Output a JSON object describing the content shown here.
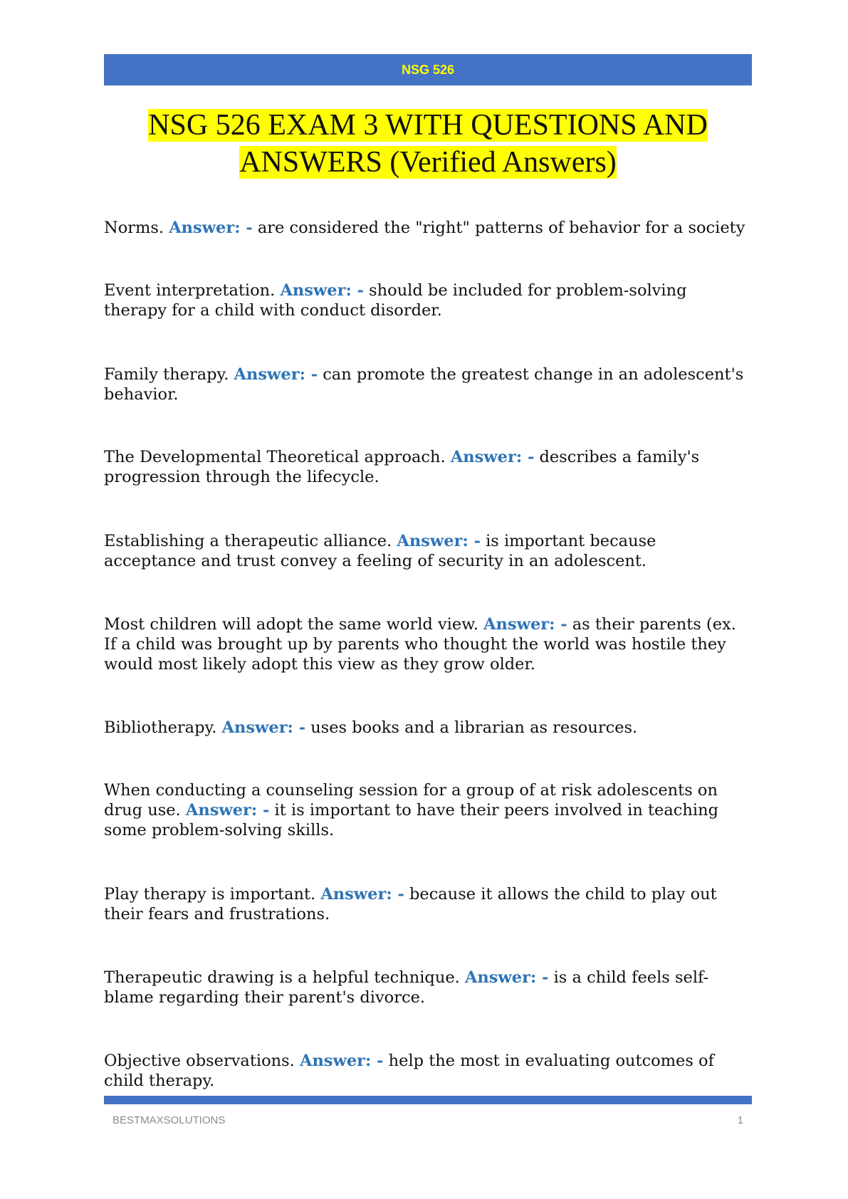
{
  "header": {
    "label": "NSG 526"
  },
  "title": {
    "line1": "NSG 526 EXAM 3 WITH QUESTIONS AND",
    "line2": "ANSWERS (Verified Answers)"
  },
  "answer_label": "Answer: -",
  "items": [
    {
      "q": "Norms.",
      "a": "are considered the \"right\" patterns of behavior for a society"
    },
    {
      "q": "Event interpretation.",
      "a": "should be included for problem-solving therapy for a child with conduct disorder."
    },
    {
      "q": "Family therapy.",
      "a": "can promote the greatest change in an adolescent's behavior."
    },
    {
      "q": "The Developmental Theoretical approach.",
      "a": "describes a family's progression through the lifecycle."
    },
    {
      "q": "Establishing a therapeutic alliance.",
      "a": "is important because acceptance and trust convey a feeling of security in an adolescent."
    },
    {
      "q": "Most children will adopt the same world view.",
      "a": "as their parents (ex. If a child was brought up by parents who thought the world was hostile they would most likely adopt this view as they grow older."
    },
    {
      "q": "Bibliotherapy.",
      "a": "uses books and a librarian as resources."
    },
    {
      "q": "When conducting a counseling session for a group of at risk adolescents on drug use.",
      "a": "it is important to have their peers involved in teaching some problem-solving skills."
    },
    {
      "q": "Play therapy is important.",
      "a": "because it allows the child to play out their fears and frustrations."
    },
    {
      "q": "Therapeutic drawing is a helpful technique.",
      "a": "is a child feels self-blame regarding their parent's divorce."
    },
    {
      "q": "Objective observations.",
      "a": "help the most in evaluating outcomes of child therapy."
    }
  ],
  "footer": {
    "left": "BESTMAXSOLUTIONS",
    "page": "1"
  },
  "colors": {
    "bar": "#4472c4",
    "header_text": "#ffff00",
    "highlight": "#ffff00",
    "answer": "#2e74b5"
  }
}
